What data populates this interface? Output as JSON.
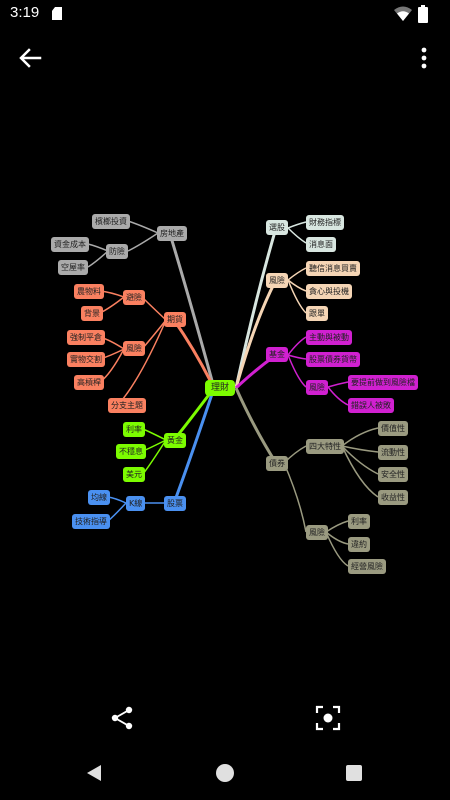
{
  "status_bar": {
    "time": "3:19"
  },
  "mindmap": {
    "root": {
      "label": "理財",
      "color": "#7CFC00"
    },
    "branches": [
      {
        "label": "房地產",
        "color": "#aaaaaa",
        "children": [
          "檳榔投資",
          "防險",
          "資金成本",
          "空屋率"
        ]
      },
      {
        "label": "期貨",
        "color": "#FA8060",
        "children": [
          "避險",
          "農物料",
          "背景",
          "風險",
          "強制平倉",
          "實物交割",
          "高槓桿",
          "分支主題"
        ]
      },
      {
        "label": "黃金",
        "color": "#7CFC00",
        "children": [
          "利率",
          "不穩息",
          "美元"
        ]
      },
      {
        "label": "股票",
        "color": "#4A90F0",
        "children": [
          "K線",
          "均線",
          "技術指導"
        ]
      },
      {
        "label": "選股",
        "color": "#d8e6e0",
        "children": [
          "財務指標",
          "消息面"
        ]
      },
      {
        "label": "風險",
        "color": "#F5D5B5",
        "children": [
          "聽信消息買賣",
          "貪心與投機",
          "跟單"
        ]
      },
      {
        "label": "基金",
        "color": "#D020D0",
        "children": [
          "主動與被動",
          "股票債券貨幣",
          "風險",
          "要提前做到風險檔",
          "錯誤人被敗"
        ]
      },
      {
        "label": "債券",
        "color": "#9a9a80",
        "children": [
          "四大特性",
          "價值性",
          "流動性",
          "安全性",
          "收益性",
          "風險",
          "利率",
          "違約",
          "經營風險"
        ]
      }
    ]
  }
}
